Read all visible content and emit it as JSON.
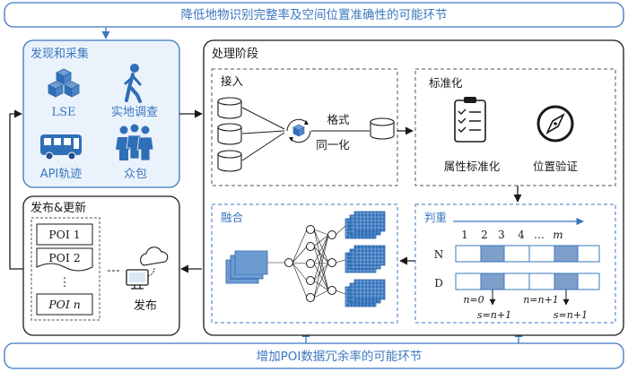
{
  "top_banner": "降低地物识别完整率及空间位置准确性的可能环节",
  "bottom_banner": "增加POI数据冗余率的可能环节",
  "discover": {
    "title": "发现和采集",
    "items": [
      "LSE",
      "实地调查",
      "API轨迹",
      "众包"
    ]
  },
  "publish": {
    "title": "发布&更新",
    "poi_items": [
      "POI 1",
      "POI 2",
      "POI n"
    ],
    "ellipsis": "⋮",
    "action_label": "发布"
  },
  "processing": {
    "title": "处理阶段",
    "ingest": {
      "title": "接入",
      "format_label": "格式",
      "unify_label": "同一化"
    },
    "standardize": {
      "title": "标准化",
      "attribute_label": "属性标准化",
      "location_label": "位置验证"
    },
    "fusion": {
      "title": "融合"
    },
    "dedupe": {
      "title": "判重",
      "index_labels": [
        "1",
        "2",
        "3",
        "4",
        "…",
        "m"
      ],
      "row_labels": [
        "N",
        "D"
      ],
      "n_zero": "n=0",
      "n_plus": "n=n+1",
      "s_plus": "s=n+1"
    }
  },
  "colors": {
    "accent": "#3a77c0",
    "highlight": "#7d9fc9",
    "panel_fill": "#eaf2fb"
  }
}
